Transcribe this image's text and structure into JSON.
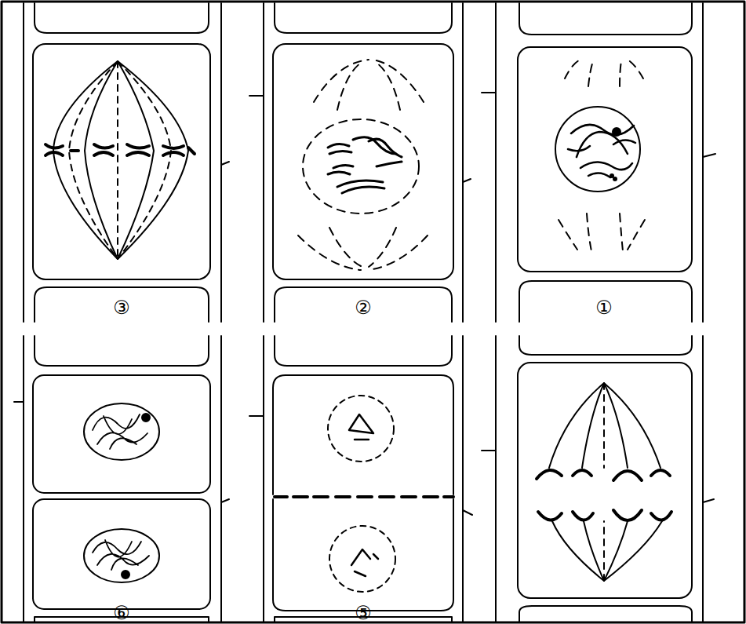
{
  "diagram": {
    "labels": [
      "③",
      "②",
      "①",
      "⑥",
      "⑤"
    ]
  }
}
